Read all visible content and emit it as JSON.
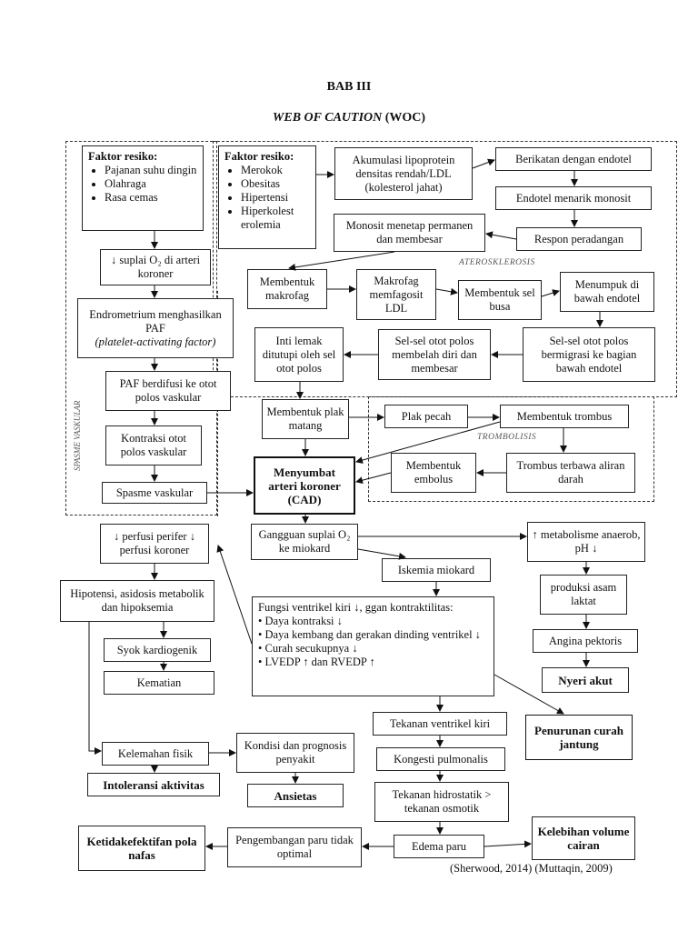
{
  "header": {
    "bab": "BAB III",
    "title_italic": "WEB OF CAUTION",
    "title_rest": " (WOC)"
  },
  "regions": {
    "aterosklerosis": "ATEROSKLEROSIS",
    "trombolisis": "TROMBOLISIS",
    "spasme": "SPASME VASKULAR"
  },
  "boxes": {
    "faktor1_title": "Faktor resiko:",
    "faktor1_items": [
      "Pajanan suhu dingin",
      "Olahraga",
      "Rasa cemas"
    ],
    "faktor2_title": "Faktor resiko:",
    "faktor2_items": [
      "Merokok",
      "Obesitas",
      "Hipertensi",
      "Hiperkolest erolemia"
    ],
    "suplai_o2": "↓ suplai O₂ di arteri koroner",
    "endrometrium": "Endrometrium menghasilkan PAF",
    "endrometrium_italic": "(platelet-activating factor)",
    "paf": "PAF berdifusi ke otot polos vaskular",
    "kontraksi": "Kontraksi otot polos vaskular",
    "spasme": "Spasme vaskular",
    "akumulasi": "Akumulasi lipoprotein densitas rendah/LDL (kolesterol jahat)",
    "berikatan": "Berikatan dengan endotel",
    "endotel_menarik": "Endotel menarik monosit",
    "monosit_menetap": "Monosit menetap permanen dan membesar",
    "respon": "Respon peradangan",
    "membentuk_makrofag": "Membentuk makrofag",
    "makrofag_ldl": "Makrofag memfagosit LDL",
    "sel_busa": "Membentuk sel busa",
    "menumpuk": "Menumpuk di bawah endotel",
    "inti_lemak": "Inti lemak ditutupi oleh sel otot polos",
    "sel_membelah": "Sel-sel otot polos membelah diri dan membesar",
    "sel_bermigrasi": "Sel-sel otot polos bermigrasi ke bagian bawah endotel",
    "plak_matang": "Membentuk plak matang",
    "plak_pecah": "Plak pecah",
    "trombus": "Membentuk trombus",
    "embolus": "Membentuk embolus",
    "trombus_terbawa": "Trombus terbawa aliran darah",
    "menyumbat": "Menyumbat arteri koroner (CAD)",
    "gangguan": "Gangguan suplai O₂ ke miokard",
    "perfusi": "↓ perfusi perifer ↓ perfusi koroner",
    "metabolisme": "↑ metabolisme anaerob, pH ↓",
    "iskemia": "Iskemia miokard",
    "hipotensi": "Hipotensi, asidosis metabolik dan hipoksemia",
    "produksi": "produksi asam laktat",
    "fungsi_title": "Fungsi ventrikel kiri ↓, ggan kontraktilitas:",
    "fungsi_items": [
      "Daya kontraksi ↓",
      "Daya kembang dan gerakan dinding ventrikel ↓",
      "Curah secukupnya ↓",
      "LVEDP ↑ dan RVEDP ↑"
    ],
    "syok": "Syok kardiogenik",
    "angina": "Angina pektoris",
    "kematian": "Kematian",
    "nyeri": "Nyeri akut",
    "tekanan_ventrikel": "Tekanan ventrikel kiri",
    "penurunan": "Penurunan curah jantung",
    "kelemahan": "Kelemahan fisik",
    "kondisi": "Kondisi dan prognosis penyakit",
    "kongesti": "Kongesti pulmonalis",
    "intoleransi": "Intoleransi aktivitas",
    "ansietas": "Ansietas",
    "hidrostatik": "Tekanan hidrostatik > tekanan osmotik",
    "ketidakefektifan": "Ketidakefektifan pola nafas",
    "pengembangan": "Pengembangan paru tidak optimal",
    "edema": "Edema paru",
    "kelebihan": "Kelebihan volume cairan"
  },
  "citation": "(Sherwood, 2014) (Muttaqin, 2009)"
}
